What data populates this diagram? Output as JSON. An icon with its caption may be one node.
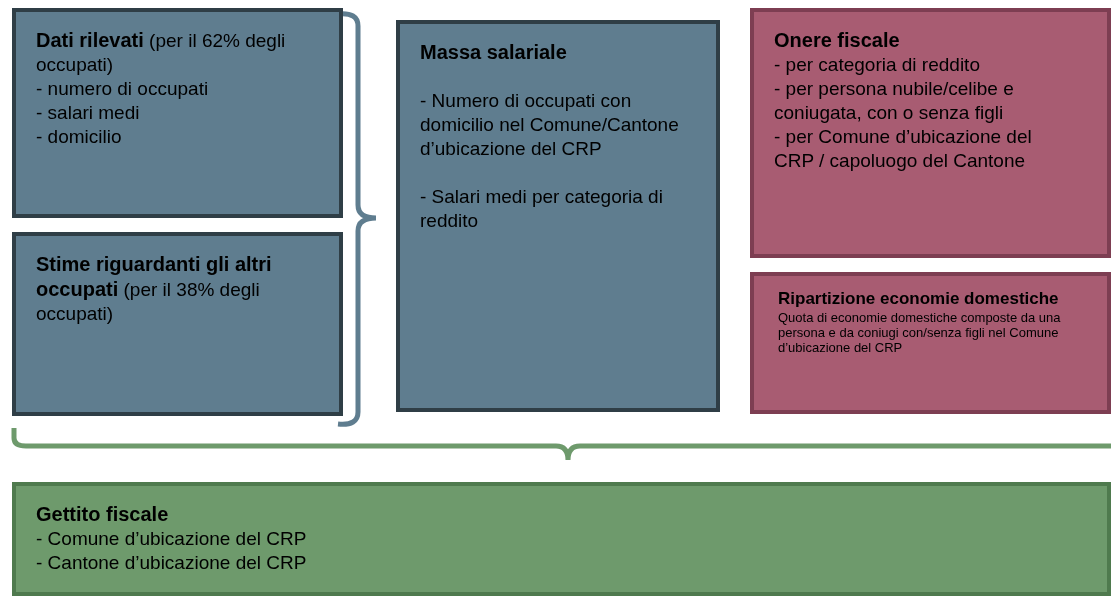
{
  "diagram": {
    "nodes": [
      {
        "text": [
          "**Dati rilevati** (per il 62% degli occupati)",
          "- numero di occupati",
          "- salari medi",
          "- domicilio"
        ]
      },
      {
        "text": [
          "**Stime riguardanti gli altri occupati** (per il 38% degli occupati)"
        ]
      },
      {
        "text": [
          "**Massa salariale**",
          "- Numero di occupati con domicilio nel Comune/Cantone d’ubicazione del CRP",
          "- Salari medi per categoria di reddito"
        ]
      },
      {
        "text": [
          "**Onere fiscale**",
          "- per categoria di reddito",
          "- per persona nubile/celibe e coniugata, con o senza figli",
          "- per Comune d’ubicazione del CRP / capoluogo del Cantone"
        ]
      },
      {
        "text": [
          "**Ripartizione economie domestiche** Quota di economie domestiche composte da una persona e da coniugi con/senza figli nel Comune d’ubicazione del CRP"
        ]
      },
      {
        "text": [
          "**Gettito fiscale**",
          "- Comune d’ubicazione del CRP",
          "- Cantone d’ubicazione del CRP"
        ]
      }
    ]
  }
}
